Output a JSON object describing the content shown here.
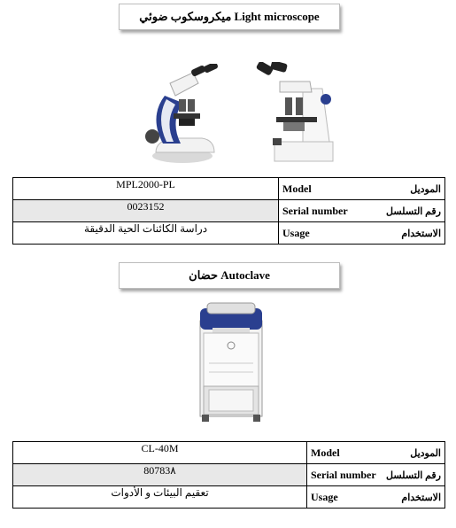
{
  "sections": [
    {
      "title": "ميكروسكوب ضوئي Light microscope",
      "image_icon": "microscope-icon",
      "rows": [
        {
          "value": "MPL2000-PL",
          "label_en": "Model",
          "label_ar": "الموديل"
        },
        {
          "value": "0023152",
          "label_en": "Serial number",
          "label_ar": "رقم التسلسل"
        },
        {
          "value": "دراسة الكائنات الحية الدقيقة",
          "label_en": "Usage",
          "label_ar": "الاستخدام"
        }
      ]
    },
    {
      "title": "حضان Autoclave",
      "image_icon": "autoclave-icon",
      "rows": [
        {
          "value": "CL-40M",
          "label_en": "Model",
          "label_ar": "الموديل"
        },
        {
          "value": "80783٨",
          "label_en": "Serial number",
          "label_ar": "رقم التسلسل"
        },
        {
          "value": "تعقيم البيئات و الأدوات",
          "label_en": "Usage",
          "label_ar": "الاستخدام"
        }
      ]
    }
  ],
  "colors": {
    "accent_blue": "#2a3f8f",
    "shade": "#e8e8e8",
    "border": "#000000"
  }
}
